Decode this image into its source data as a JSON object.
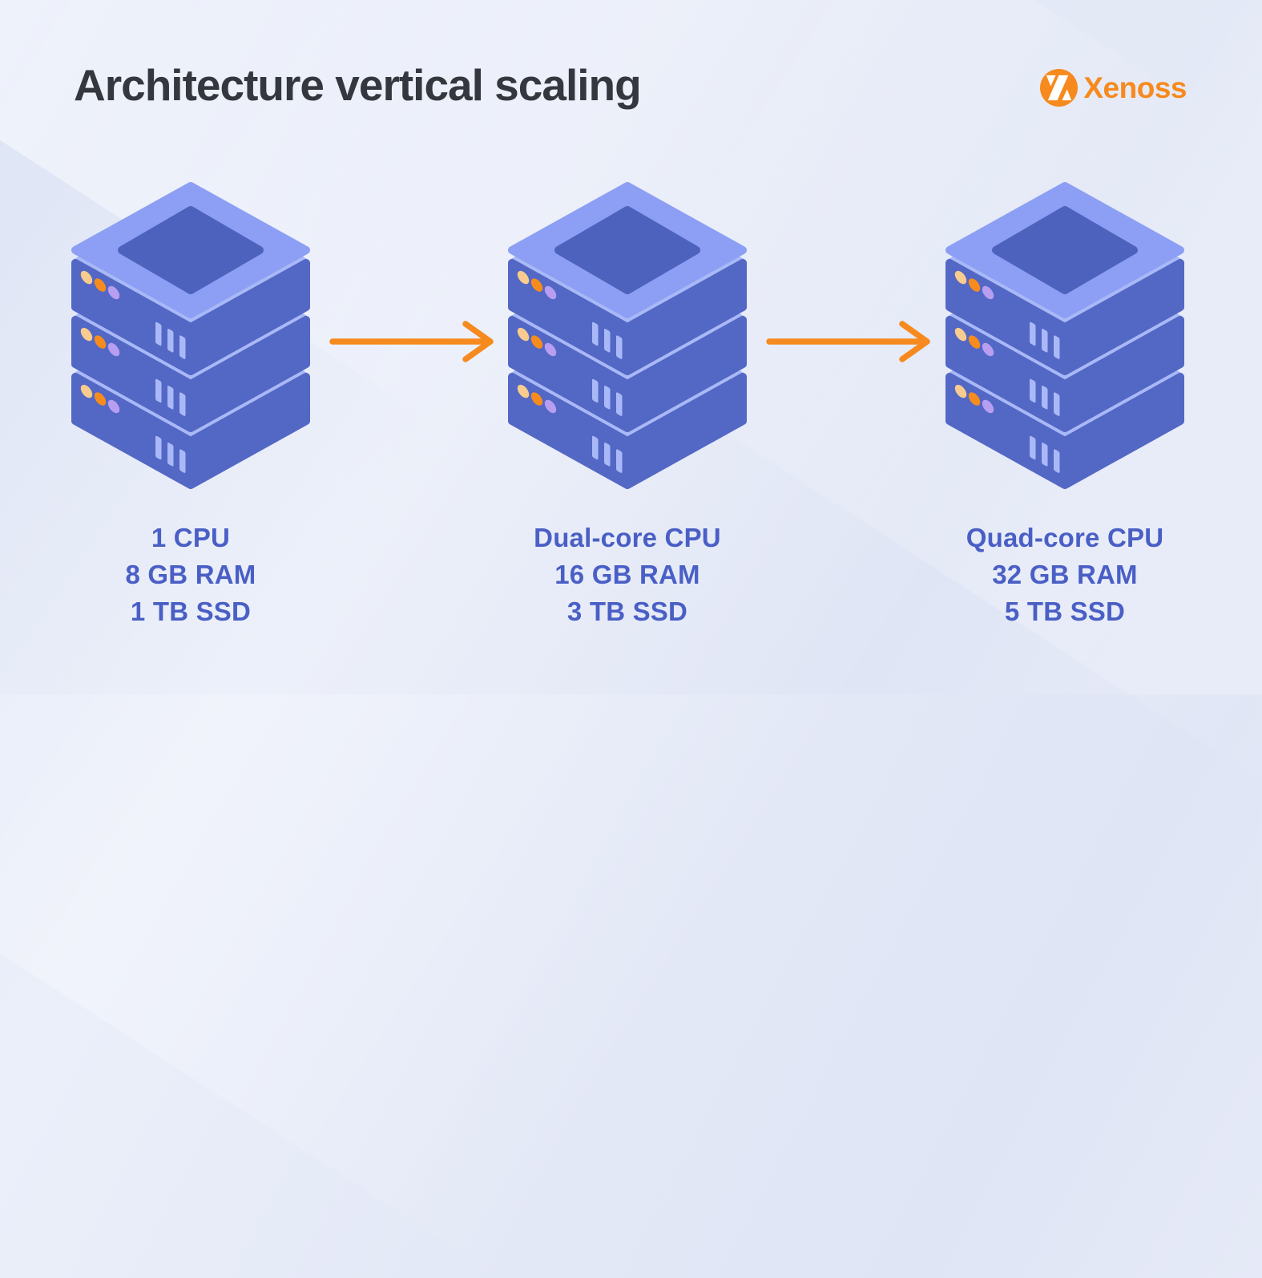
{
  "header": {
    "title": "Architecture vertical scaling",
    "logo_text": "Xenoss"
  },
  "stacks": [
    {
      "name": "server-stage-1",
      "specs": [
        "1 CPU",
        "8 GB RAM",
        "1 TB SSD"
      ]
    },
    {
      "name": "server-stage-2",
      "specs": [
        "Dual-core CPU",
        "16 GB RAM",
        "3 TB SSD"
      ]
    },
    {
      "name": "server-stage-3",
      "specs": [
        "Quad-core CPU",
        "32 GB RAM",
        "5 TB SSD"
      ]
    }
  ],
  "icons": {
    "logo": "xenoss-logo-icon",
    "server": "server-stack-icon",
    "arrow": "arrow-right-icon"
  },
  "colors": {
    "background_light": "#eef2fb",
    "background_shade": "#dfe5f5",
    "title_text": "#34373e",
    "spec_text": "#4a5fc5",
    "accent_orange": "#f68a1e",
    "server_top_face": "#8c9ff4",
    "server_bevel": "#a9b9f7",
    "server_front_face": "#5367c5",
    "server_inset_panel": "#4d62bd",
    "led_cream": "#f8cc8e",
    "led_orange": "#f78c1e",
    "led_purple": "#b79ef0",
    "vent_slat": "#a9b9f7"
  }
}
